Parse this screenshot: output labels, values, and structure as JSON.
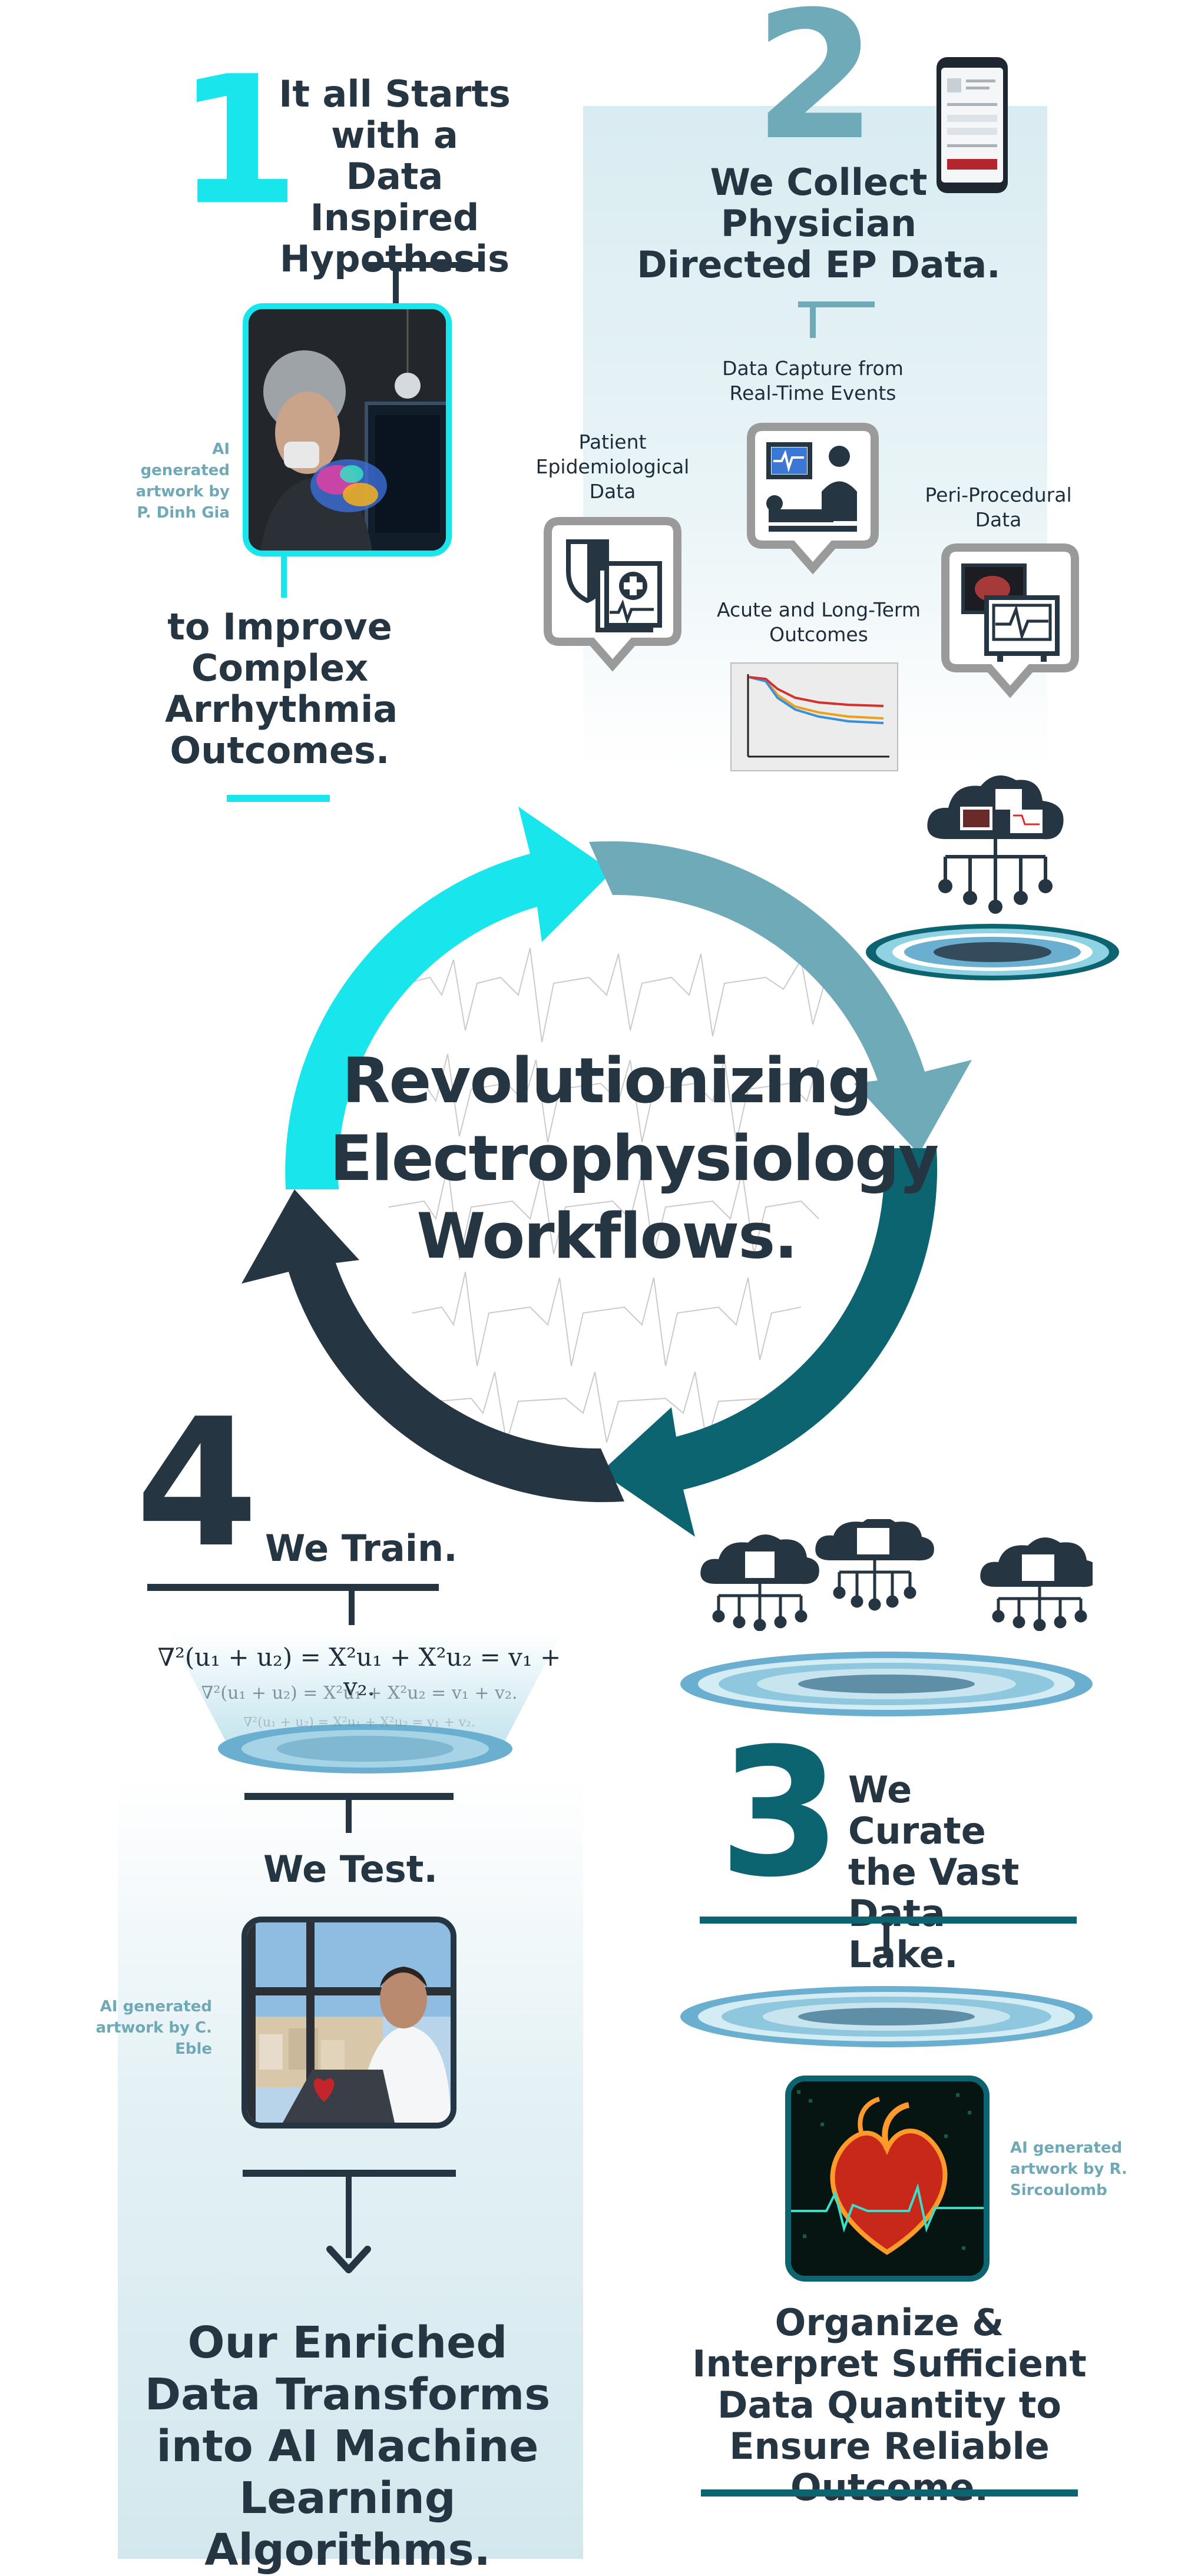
{
  "step1": {
    "number": "1",
    "title": "It all Starts with a Data Inspired Hypothesis",
    "credit": "AI generated artwork by P. Dinh Gia",
    "subtitle": "to Improve Complex Arrhythmia Outcomes."
  },
  "step2": {
    "number": "2",
    "title": "We Collect Physician Directed EP Data.",
    "data_capture": "Data Capture from Real-Time Events",
    "patient": "Patient Epidemiological Data",
    "peri": "Peri-Procedural Data",
    "acute": "Acute and Long-Term Outcomes"
  },
  "center": {
    "title": "Revolutionizing Electrophysiology Workflows."
  },
  "step3": {
    "number": "3",
    "title": "We Curate the Vast Data Lake.",
    "credit": "AI generated artwork by R. Sircoulomb",
    "subtitle": "Organize & Interpret Sufficient Data Quantity to Ensure Reliable Outcome."
  },
  "step4": {
    "number": "4",
    "train": "We Train.",
    "test": "We Test.",
    "equation": "∇²(u₁ + u₂) = X²u₁ + X²u₂ = v₁ + v₂.",
    "credit": "AI generated artwork by C. Eble",
    "subtitle": "Our Enriched Data Transforms into AI Machine Learning Algorithms."
  },
  "colors": {
    "cyan": "#19e6ec",
    "teal_light": "#6eaab8",
    "teal_dark": "#0c6470",
    "navy": "#263542",
    "credit": "#6fa9b8",
    "panel": "#dcedf2"
  }
}
